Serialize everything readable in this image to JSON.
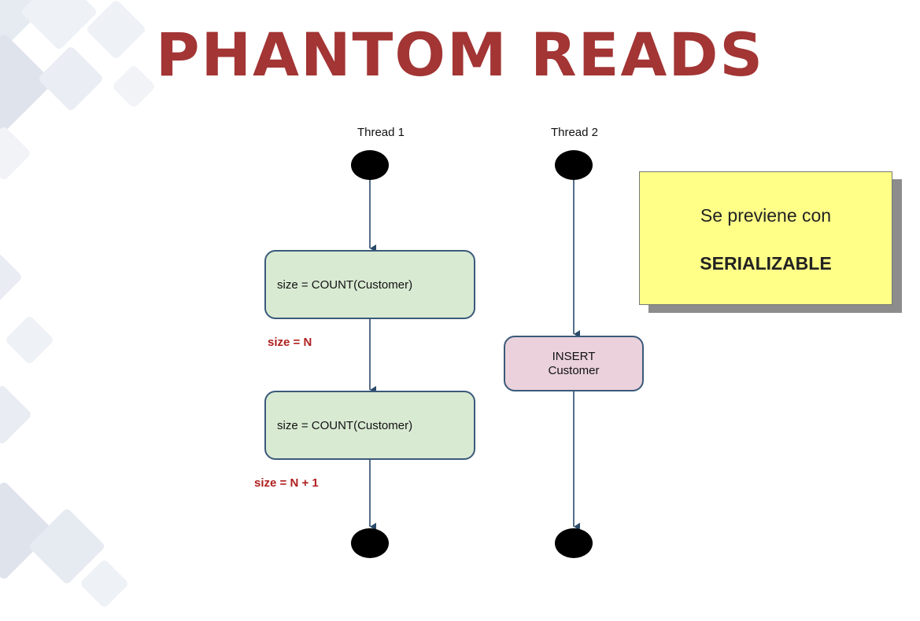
{
  "slide": {
    "title": "PHANTOM READS"
  },
  "diagram": {
    "thread1": {
      "label": "Thread 1",
      "step1": "size =  COUNT(Customer)",
      "result1": "size = N",
      "step2": "size =  COUNT(Customer)",
      "result2": "size = N + 1"
    },
    "thread2": {
      "label": "Thread 2",
      "action_line1": "INSERT",
      "action_line2": "Customer"
    }
  },
  "note": {
    "line1": "Se previene con",
    "line2": "SERIALIZABLE"
  },
  "colors": {
    "title": "#a33535",
    "step_fill": "#d9ead3",
    "insert_fill": "#ead1dc",
    "note_fill": "#ffff88",
    "result_text": "#b02020",
    "stroke": "#3a5a7a"
  }
}
